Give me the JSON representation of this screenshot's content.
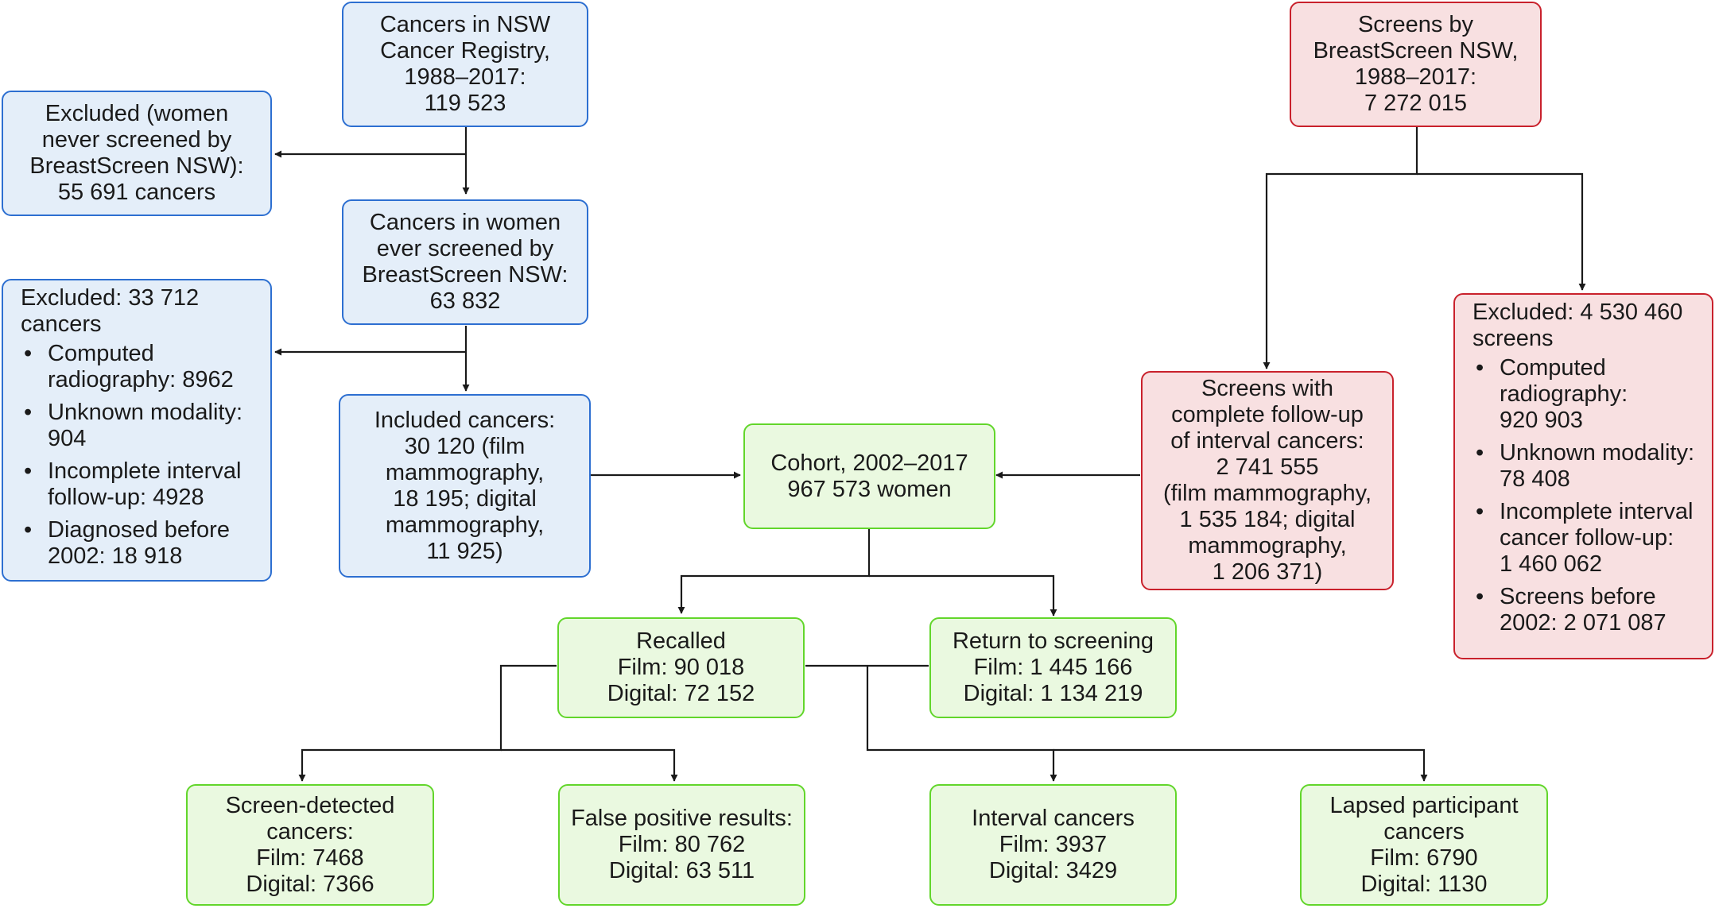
{
  "boxes": {
    "registry": {
      "lines": [
        "Cancers in NSW",
        "Cancer Registry,",
        "1988–2017:",
        "119 523"
      ]
    },
    "never_screened": {
      "lines": [
        "Excluded (women",
        "never screened by",
        "BreastScreen NSW):",
        "55 691 cancers"
      ]
    },
    "ever_screened": {
      "lines": [
        "Cancers in women",
        "ever screened by",
        "BreastScreen NSW:",
        "63 832"
      ]
    },
    "excluded_cancers": {
      "heading": [
        "Excluded: 33 712",
        "cancers"
      ],
      "items": [
        [
          "Computed",
          "radiography: 8962"
        ],
        [
          "Unknown modality:",
          "904"
        ],
        [
          "Incomplete interval",
          "follow-up: 4928"
        ],
        [
          "Diagnosed before",
          "2002: 18 918"
        ]
      ]
    },
    "included_cancers": {
      "lines": [
        "Included cancers:",
        "30 120 (film",
        "mammography,",
        "18 195; digital",
        "mammography,",
        "11 925)"
      ]
    },
    "cohort": {
      "lines": [
        "Cohort, 2002–2017",
        "967 573 women"
      ]
    },
    "screens": {
      "lines": [
        "Screens by",
        "BreastScreen NSW,",
        "1988–2017:",
        "7 272 015"
      ]
    },
    "complete_followup": {
      "lines": [
        "Screens with",
        "complete follow-up",
        "of interval cancers:",
        "2 741 555",
        "(film  mammography,",
        "1 535 184; digital",
        "mammography,",
        "1 206 371)"
      ]
    },
    "excluded_screens": {
      "heading": [
        "Excluded: 4 530 460",
        "screens"
      ],
      "items": [
        [
          "Computed",
          "radiography:",
          "920 903"
        ],
        [
          "Unknown modality:",
          "78 408"
        ],
        [
          "Incomplete interval",
          "cancer follow-up:",
          "1 460 062"
        ],
        [
          "Screens before",
          "2002: 2 071 087"
        ]
      ]
    },
    "recalled": {
      "lines": [
        "Recalled",
        "Film: 90 018",
        "Digital: 72 152"
      ]
    },
    "return_screening": {
      "lines": [
        "Return to screening",
        "Film: 1 445 166",
        "Digital: 1 134 219"
      ]
    },
    "screen_detected": {
      "lines": [
        "Screen-detected",
        "cancers:",
        "Film: 7468",
        "Digital: 7366"
      ]
    },
    "false_positive": {
      "lines": [
        "False positive results:",
        "Film: 80 762",
        "Digital: 63 511"
      ]
    },
    "interval": {
      "lines": [
        "Interval cancers",
        "Film: 3937",
        "Digital: 3429"
      ]
    },
    "lapsed": {
      "lines": [
        "Lapsed participant",
        "cancers",
        "Film: 6790",
        "Digital: 1130"
      ]
    }
  },
  "colors": {
    "blue_fill": "#e4eef9",
    "blue_border": "#2d6fd1",
    "red_fill": "#f8e0e1",
    "red_border": "#c9212c",
    "green_fill": "#eaf9e0",
    "green_border": "#62d62b",
    "line": "#1a1a1a"
  }
}
